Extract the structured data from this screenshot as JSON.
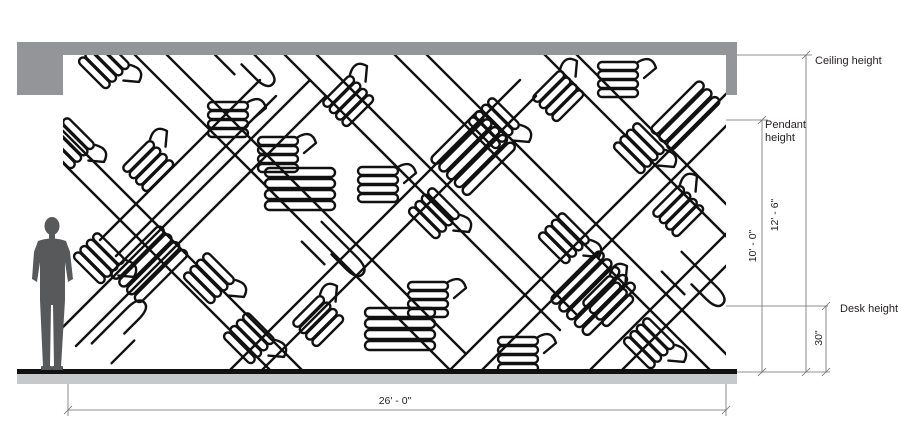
{
  "colors": {
    "ceiling": "#939598",
    "floor_top": "#111111",
    "floor_band": "#c7c8ca",
    "mural_stroke": "#111111",
    "figure": "#58595b",
    "dimension_line": "#6d6e71"
  },
  "labels": {
    "ceiling_height": "Ceiling height",
    "pendant_height_line1": "Pendant",
    "pendant_height_line2": "height",
    "desk_height": "Desk height"
  },
  "dimensions": {
    "wall_width": "26' - 0\"",
    "ceiling_to_floor": "12' - 6\"",
    "pendant_to_floor": "10' - 0\"",
    "desk_to_floor": "30\""
  },
  "mural": {
    "subject": "interlocking hands pattern"
  },
  "icons": {
    "person": "standing-person-silhouette"
  }
}
